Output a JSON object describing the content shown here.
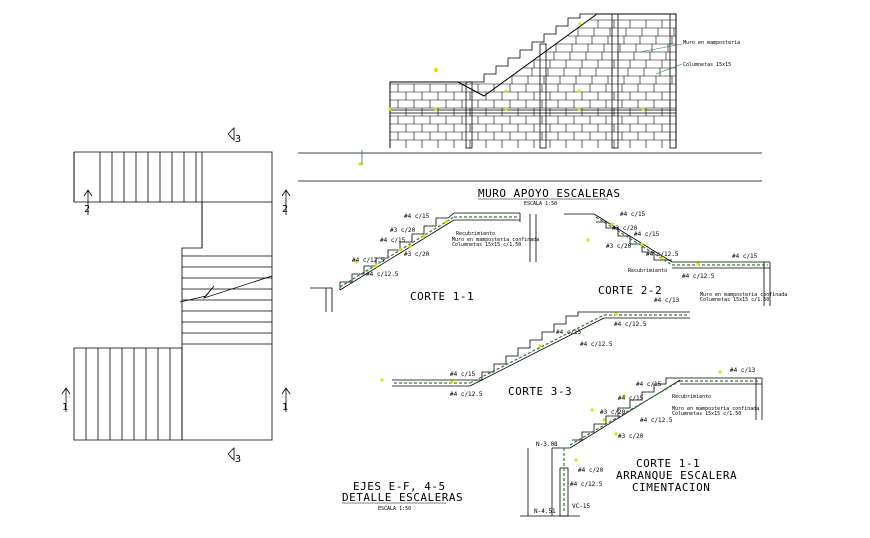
{
  "wall_elevation": {
    "title": "MURO APOYO ESCALERAS",
    "scale": "ESCALA 1:50",
    "note_wall": "Muro en mamposteria",
    "note_columns": "Columnetas 15x15"
  },
  "plan": {
    "section_marks": {
      "s3_top": "3",
      "s3_bottom": "3",
      "s2_left": "2",
      "s2_right": "2",
      "s1_left": "1",
      "s1_right": "1"
    },
    "caption_line1": "EJES E-F, 4-5",
    "caption_line2": "DETALLE ESCALERAS",
    "scale": "ESCALA 1:50"
  },
  "section_1_1": {
    "title": "CORTE 1-1",
    "rebar": [
      "#4 c/15",
      "#3 c/20",
      "#4 c/15",
      "#3 c/20",
      "#4 c/12.5",
      "#4 c/12.5"
    ],
    "note_reinforcement": "Recubrimiento",
    "note_wall": "Muro en mamposteria confinada",
    "note_columns": "Columnetas 15x15 c/1.50"
  },
  "section_2_2": {
    "title": "CORTE 2-2",
    "rebar": [
      "#4 c/15",
      "#3 c/20",
      "#4 c/15",
      "#3 c/20",
      "#4 c/12.5",
      "#4 c/15",
      "#4 c/12.5"
    ],
    "note_reinforcement": "Recubrimiento",
    "note_wall": "Muro en mamposteria confinada",
    "note_columns": "Columnetas 15x15 c/1.50"
  },
  "section_3_3": {
    "title": "CORTE 3-3",
    "rebar": [
      "#4 c/13",
      "#4 c/12.5",
      "#4 c/15",
      "#4 c/12.5",
      "#4 c/15",
      "#4 c/12.5"
    ]
  },
  "section_foundation": {
    "title_line1": "CORTE 1-1",
    "title_line2": "ARRANQUE ESCALERA",
    "title_line3": "CIMENTACION",
    "rebar": [
      "#4 c/13",
      "#4 c/15",
      "#4 c/15",
      "#3 c/20",
      "#4 c/12.5",
      "#3 c/20",
      "#4 c/20",
      "#4 c/12.5"
    ],
    "note_reinforcement": "Recubrimiento",
    "note_wall": "Muro en mamposteria confinada",
    "note_columns": "Columnetas 15x15 c/1.50",
    "level_top": "N-3.08",
    "level_bottom": "N-4.51",
    "beam": "VC-15"
  },
  "colors": {
    "line": "#000000",
    "rebar": "#2e7d32",
    "accent": "#e0e000",
    "background": "#ffffff"
  }
}
